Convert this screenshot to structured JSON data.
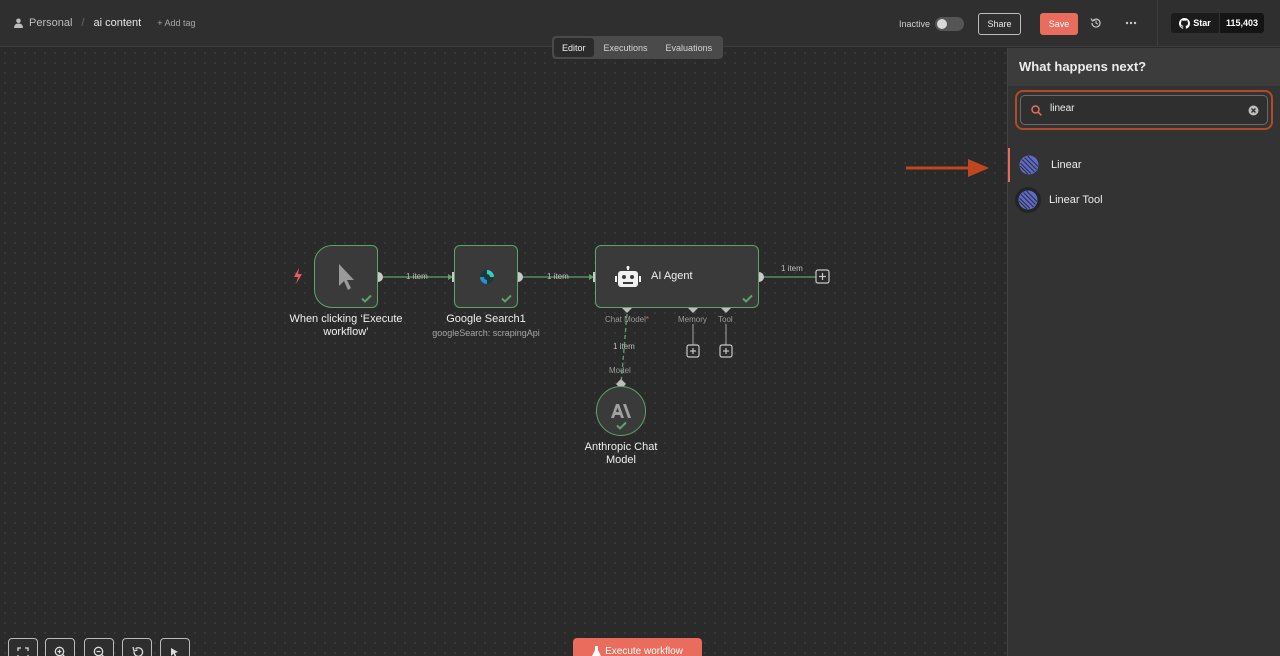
{
  "header": {
    "breadcrumb_owner": "Personal",
    "breadcrumb_separator": "/",
    "workflow_name": "ai content",
    "add_tag_label": "+ Add tag",
    "inactive_label": "Inactive",
    "share_label": "Share",
    "save_label": "Save",
    "github_star_label": "Star",
    "github_star_count": "115,403"
  },
  "tabs": [
    {
      "label": "Editor",
      "active": true
    },
    {
      "label": "Executions",
      "active": false
    },
    {
      "label": "Evaluations",
      "active": false
    }
  ],
  "canvas": {
    "nodes": {
      "trigger": {
        "label": "When clicking ‘Execute workflow’"
      },
      "google": {
        "label": "Google Search1",
        "subtitle": "googleSearch: scrapingApi"
      },
      "agent": {
        "label": "AI Agent"
      },
      "anthropic": {
        "label": "Anthropic Chat Model"
      }
    },
    "connection_labels": {
      "trigger_to_google": "1 item",
      "google_to_agent": "1 item",
      "agent_out": "1 item",
      "model_to_agent": "1 item"
    },
    "agent_ports": {
      "chat_model": "Chat Model",
      "chat_model_required": "*",
      "memory": "Memory",
      "tool": "Tool"
    },
    "anthropic_port": "Model",
    "execute_button_label": "Execute workflow"
  },
  "panel": {
    "title": "What happens next?",
    "search_value": "linear",
    "results": [
      {
        "label": "Linear",
        "icon": "linear-icon",
        "selected": true
      },
      {
        "label": "Linear Tool",
        "icon": "linear-tool-icon",
        "selected": false
      }
    ]
  },
  "colors": {
    "accent": "#ea6c5c",
    "success": "#5ea36a",
    "search_focus": "#b4482a",
    "annotation_arrow": "#c0461f",
    "linear_brand": "#5e6ad2"
  }
}
